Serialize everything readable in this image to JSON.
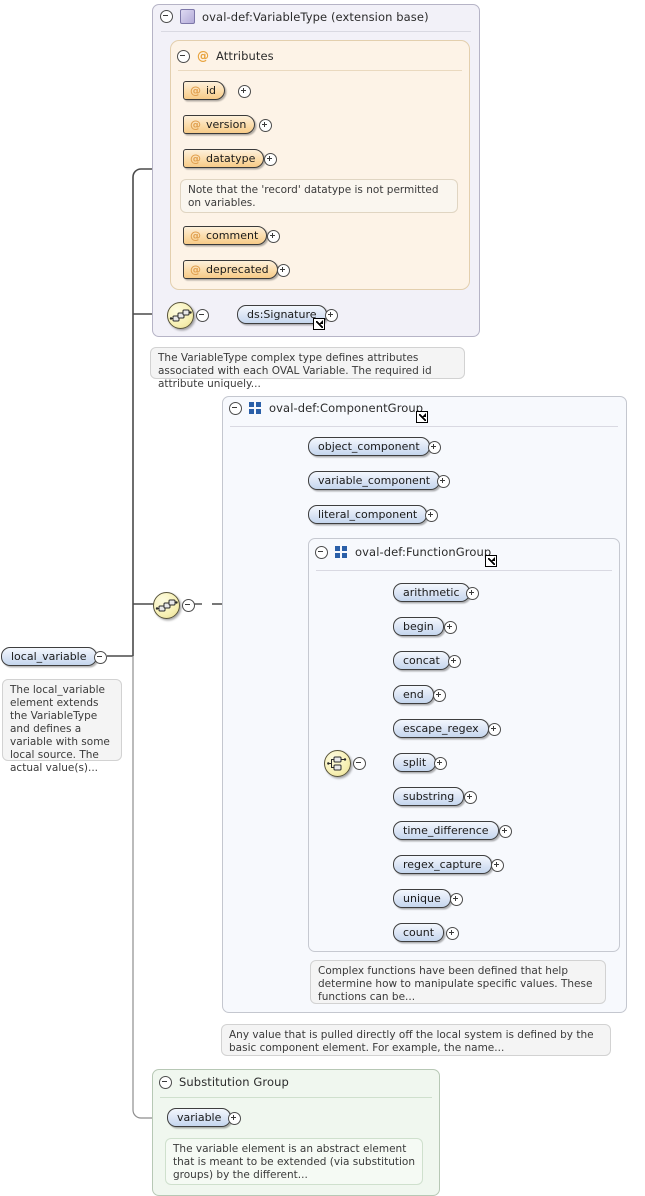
{
  "diagram": {
    "title": "XML Schema diagram: local_variable",
    "root_element": {
      "label": "local_variable",
      "toggle": "minus"
    },
    "root_annotation": "The local_variable element extends the VariableType and defines a variable with some local source. The actual value(s)...",
    "variable_type_box": {
      "header": "oval-def:VariableType (extension base)",
      "header_icon": "complex-type-icon",
      "toggle": "minus",
      "attributes_section": {
        "header": "Attributes",
        "header_icon": "at-icon",
        "toggle": "minus",
        "items": [
          {
            "label": "id",
            "marker": "plus"
          },
          {
            "label": "version",
            "marker": "plus"
          },
          {
            "label": "datatype",
            "marker": "plus"
          },
          {
            "label": "comment",
            "marker": "plus",
            "bold": true
          },
          {
            "label": "deprecated",
            "marker": "plus"
          }
        ],
        "note": "Note that the 'record' datatype is not permitted on variables."
      },
      "signature": {
        "compositor": "sequence",
        "toggle": "minus",
        "label": "ds:Signature",
        "marker": "plus",
        "external_ref": true
      },
      "annotation": "The VariableType complex type defines attributes associated with each OVAL Variable. The required id attribute uniquely..."
    },
    "component_group_box": {
      "header": "oval-def:ComponentGroup",
      "header_icon": "group-icon",
      "toggle": "minus",
      "external_ref": true,
      "items": [
        {
          "label": "object_component",
          "marker": "plus"
        },
        {
          "label": "variable_component",
          "marker": "plus"
        },
        {
          "label": "literal_component",
          "marker": "plus"
        }
      ],
      "function_group_box": {
        "header": "oval-def:FunctionGroup",
        "header_icon": "group-icon",
        "toggle": "minus",
        "external_ref": true,
        "compositor": "choice",
        "compositor_toggle": "minus",
        "items": [
          {
            "label": "arithmetic",
            "marker": "plus"
          },
          {
            "label": "begin",
            "marker": "plus"
          },
          {
            "label": "concat",
            "marker": "plus"
          },
          {
            "label": "end",
            "marker": "plus"
          },
          {
            "label": "escape_regex",
            "marker": "plus"
          },
          {
            "label": "split",
            "marker": "plus"
          },
          {
            "label": "substring",
            "marker": "plus"
          },
          {
            "label": "time_difference",
            "marker": "plus"
          },
          {
            "label": "regex_capture",
            "marker": "plus"
          },
          {
            "label": "unique",
            "marker": "plus"
          },
          {
            "label": "count",
            "marker": "plus"
          }
        ],
        "annotation": "Complex functions have been defined that help determine how to manipulate specific values. These functions can be..."
      },
      "annotation": "Any value that is pulled directly off the local system is defined by the basic component element. For example, the name..."
    },
    "substitution_group_box": {
      "header": "Substitution Group",
      "toggle": "minus",
      "item": {
        "label": "variable",
        "marker": "plus"
      },
      "annotation": "The variable element is an abstract element that is meant to be extended (via substitution groups) by the different..."
    },
    "compositors": {
      "sequence_main": {
        "type": "sequence",
        "toggle": "minus"
      },
      "choice_main": {
        "type": "choice",
        "toggle": "minus"
      }
    },
    "colors": {
      "type_box_bg": "#f2f1f8",
      "attr_box_bg": "#fdf3e7",
      "group_box_bg": "#f7f9fd",
      "substitution_box_bg": "#f0f7ef",
      "element_pill": "#c5d6ee",
      "attribute_pill": "#f7cb88",
      "compositor": "#f7f0b4",
      "line": "#4a4a4a"
    }
  }
}
